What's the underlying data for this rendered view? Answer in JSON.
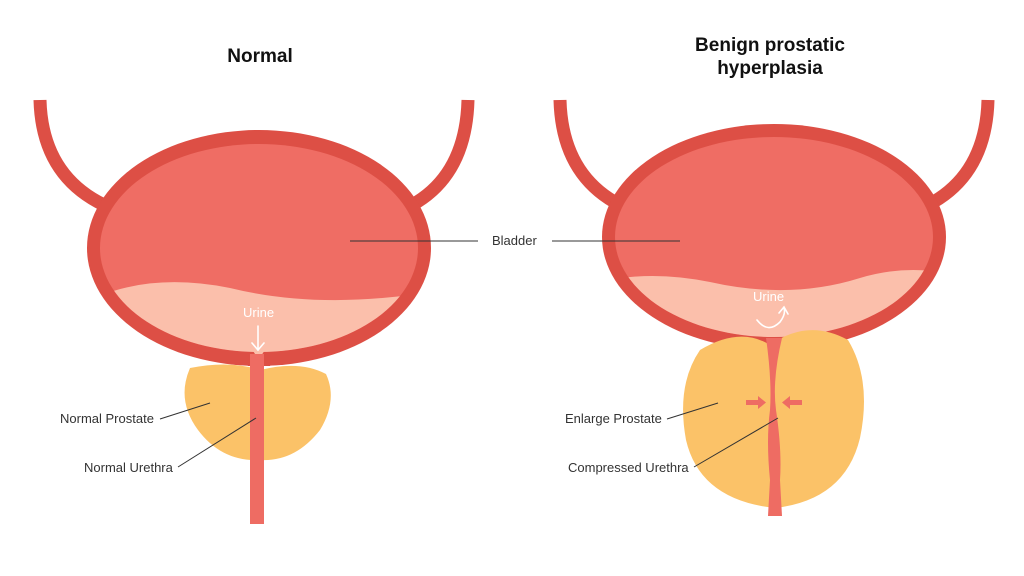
{
  "titles": {
    "normal": "Normal",
    "bph_line1": "Benign prostatic",
    "bph_line2": "hyperplasia"
  },
  "labels": {
    "bladder": "Bladder",
    "urine_left": "Urine",
    "urine_right": "Urine",
    "normal_prostate": "Normal Prostate",
    "normal_urethra": "Normal Urethra",
    "enlarge_prostate": "Enlarge Prostate",
    "compressed_urethra": "Compressed Urethra"
  },
  "colors": {
    "wall": "#dd4f45",
    "bladder_fill": "#ef6d64",
    "urine": "#fbbfab",
    "prostate": "#fbc268",
    "urethra": "#ee6c63",
    "leader_line": "#333333"
  }
}
